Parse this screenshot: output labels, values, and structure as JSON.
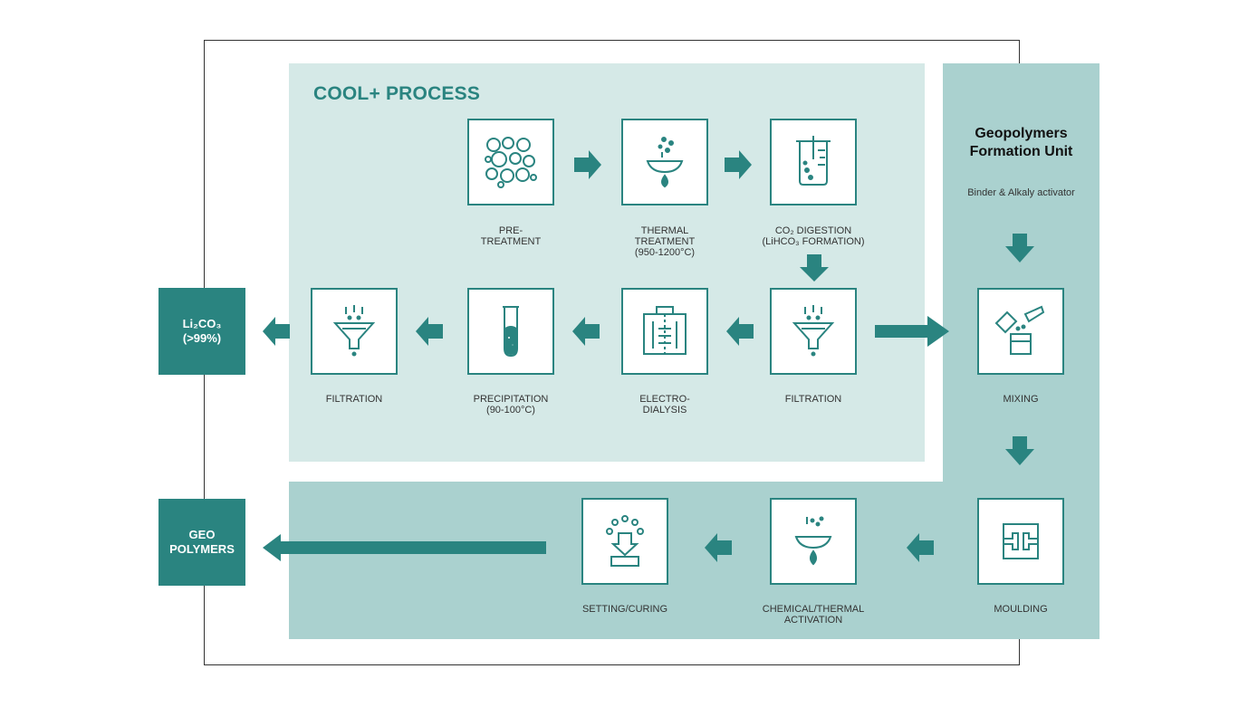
{
  "cool_title": "COOL+ PROCESS",
  "geo_unit": {
    "title": "Geopolymers\nFormation Unit",
    "subtitle": "Binder & Alkaly activator"
  },
  "steps": {
    "pretreatment": {
      "label": "PRE-\nTREATMENT",
      "icon": "particles-icon"
    },
    "thermal": {
      "label": "THERMAL\nTREATMENT\n(950-1200°C)",
      "icon": "heating-bowl-icon"
    },
    "co2": {
      "label": "CO₂ DIGESTION\n(LiHCO₃ FORMATION)",
      "icon": "beaker-icon"
    },
    "filtration1": {
      "label": "FILTRATION",
      "icon": "funnel-icon"
    },
    "electrodialysis": {
      "label": "ELECTRO-\nDIALYSIS",
      "icon": "electrodialysis-cell-icon"
    },
    "precipitation": {
      "label": "PRECIPITATION\n(90-100°C)",
      "icon": "test-tube-icon"
    },
    "filtration2": {
      "label": "FILTRATION",
      "icon": "funnel-icon"
    },
    "mixing": {
      "label": "MIXING",
      "icon": "mixing-glassware-icon"
    },
    "moulding": {
      "label": "MOULDING",
      "icon": "mould-icon"
    },
    "activation": {
      "label": "CHEMICAL/THERMAL\nACTIVATION",
      "icon": "heating-bowl-icon"
    },
    "curing": {
      "label": "SETTING/CURING",
      "icon": "curing-icon"
    }
  },
  "outputs": {
    "li2co3": "Li₂CO₃\n(>99%)",
    "geopolymers": "GEO\nPOLYMERS"
  },
  "colors": {
    "teal": "#2a8480",
    "light_panel": "#d5e9e7",
    "geo_panel": "#aad1cf"
  }
}
